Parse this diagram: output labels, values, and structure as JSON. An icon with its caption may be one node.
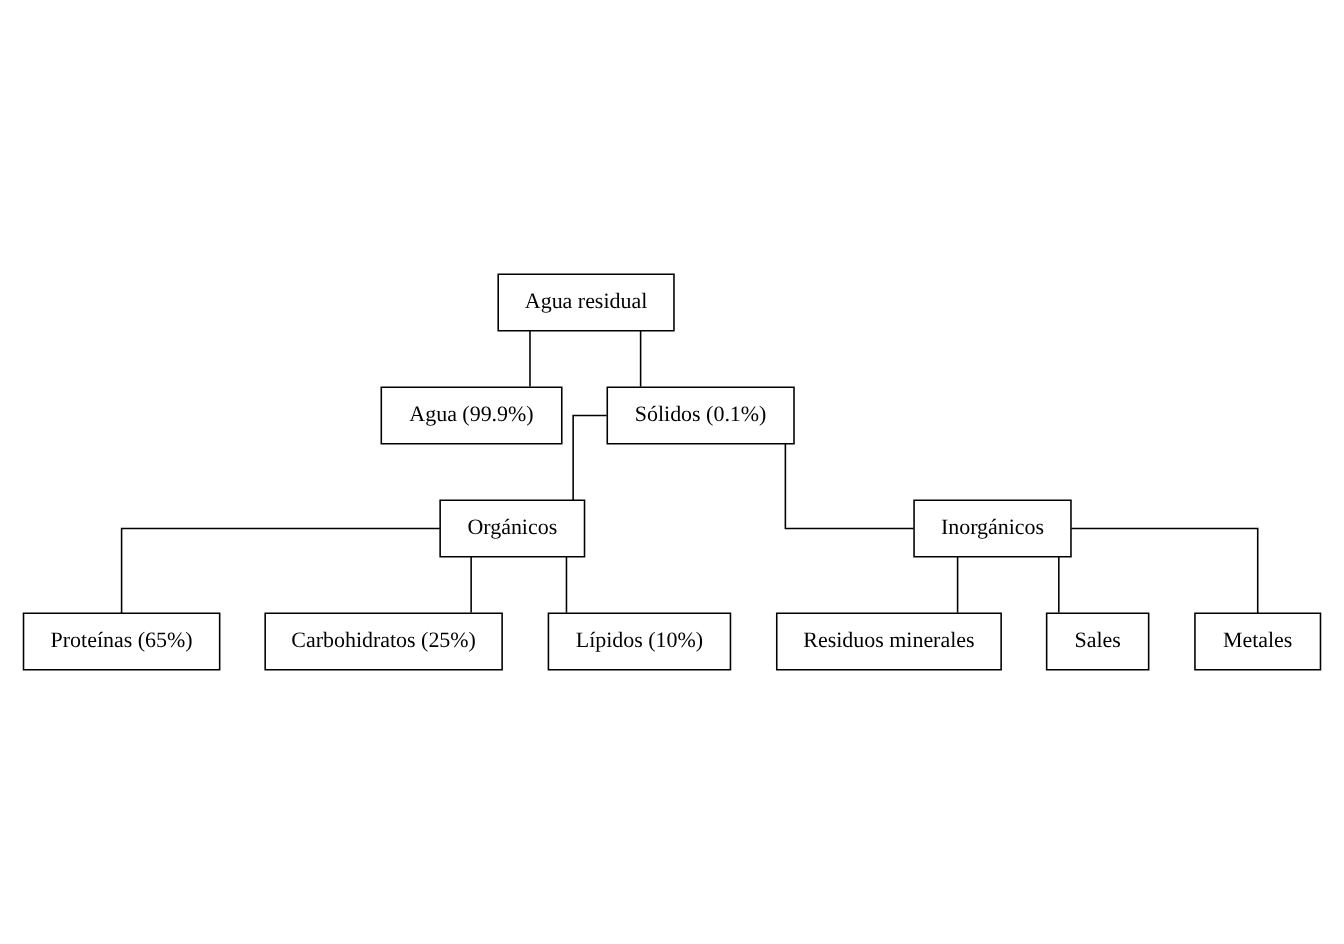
{
  "diagram": {
    "nodes": [
      {
        "text": [
          "Agua residual"
        ]
      },
      {
        "text": [
          "Agua (99.9%)"
        ]
      },
      {
        "text": [
          "Sólidos (0.1%)"
        ]
      },
      {
        "text": [
          "Orgánicos"
        ]
      },
      {
        "text": [
          "Inorgánicos"
        ]
      },
      {
        "text": [
          "Proteínas (65%)"
        ]
      },
      {
        "text": [
          "Carbohidratos (25%)"
        ]
      },
      {
        "text": [
          "Lípidos (10%)"
        ]
      },
      {
        "text": [
          "Residuos minerales"
        ]
      },
      {
        "text": [
          "Sales"
        ]
      },
      {
        "text": [
          "Metales"
        ]
      }
    ],
    "edges": [
      {
        "from": 0,
        "to": 1,
        "arrow": "none"
      },
      {
        "from": 0,
        "to": 2,
        "arrow": "none"
      },
      {
        "from": 2,
        "to": 3,
        "arrow": "none"
      },
      {
        "from": 2,
        "to": 4,
        "arrow": "none"
      },
      {
        "from": 3,
        "to": 5,
        "arrow": "none"
      },
      {
        "from": 3,
        "to": 6,
        "arrow": "none"
      },
      {
        "from": 3,
        "to": 7,
        "arrow": "none"
      },
      {
        "from": 4,
        "to": 8,
        "arrow": "none"
      },
      {
        "from": 4,
        "to": 9,
        "arrow": "none"
      },
      {
        "from": 4,
        "to": 10,
        "arrow": "none"
      }
    ]
  }
}
